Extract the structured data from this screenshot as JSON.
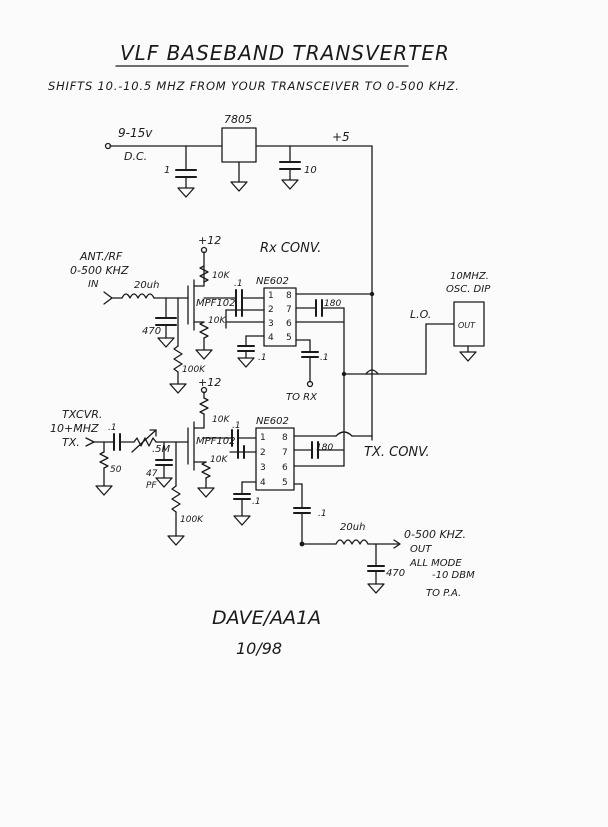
{
  "title": "VLF BASEBAND TRANSVERTER",
  "subtitle": "SHIFTS 10.-10.5 MHZ FROM YOUR TRANSCEIVER TO 0-500 KHZ.",
  "power": {
    "input_label": "9-15v",
    "input_sub": "D.C.",
    "regulator": "7805",
    "rail": "+5",
    "cap_in": "1",
    "cap_out": "10"
  },
  "rx": {
    "section_label": "Rx CONV.",
    "input_label_1": "ANT./RF",
    "input_label_2": "0-500 KHZ",
    "input_label_3": "IN",
    "inductor": "20uh",
    "cap_shunt": "470",
    "fet": "MPF102",
    "supply": "+12",
    "r_drain": "10K",
    "r_source": "10K",
    "r_gate": "100K",
    "cap_couple": ".1",
    "mixer": "NE602",
    "cap_pin2": ".1",
    "cap_osc": "180",
    "cap_pin4": ".1",
    "cap_pin5": ".1",
    "output": "TO RX",
    "pins": {
      "p1": "1",
      "p2": "2",
      "p3": "3",
      "p4": "4",
      "p5": "5",
      "p6": "6",
      "p7": "7",
      "p8": "8"
    }
  },
  "lo": {
    "label": "L.O.",
    "osc_1": "10MHZ.",
    "osc_2": "OSC. DIP",
    "osc_out": "OUT"
  },
  "tx": {
    "section_label": "TX. CONV.",
    "input_label_1": "TXCVR.",
    "input_label_2": "10+MHZ",
    "input_label_3": "TX.",
    "cap_in": ".1",
    "pot": ".5M",
    "r_term": "50",
    "cap_47": "47",
    "cap_47_unit": "PF",
    "fet": "MPF102",
    "supply": "+12",
    "r_drain": "10K",
    "r_source": "10K",
    "r_gate": "100K",
    "cap_couple": ".1",
    "mixer": "NE602",
    "cap_pin2": ".1",
    "cap_osc": "180",
    "cap_pin4": ".1",
    "cap_out": ".1",
    "inductor": "20uh",
    "cap_shunt": "470",
    "output_1": "0-500 KHZ.",
    "output_2": "OUT",
    "output_3": "ALL MODE",
    "output_4": "-10 DBM",
    "output_5": "TO P.A.",
    "pins": {
      "p1": "1",
      "p2": "2",
      "p3": "3",
      "p4": "4",
      "p5": "5",
      "p6": "6",
      "p7": "7",
      "p8": "8"
    }
  },
  "signature": "DAVE/AA1A",
  "date": "10/98"
}
